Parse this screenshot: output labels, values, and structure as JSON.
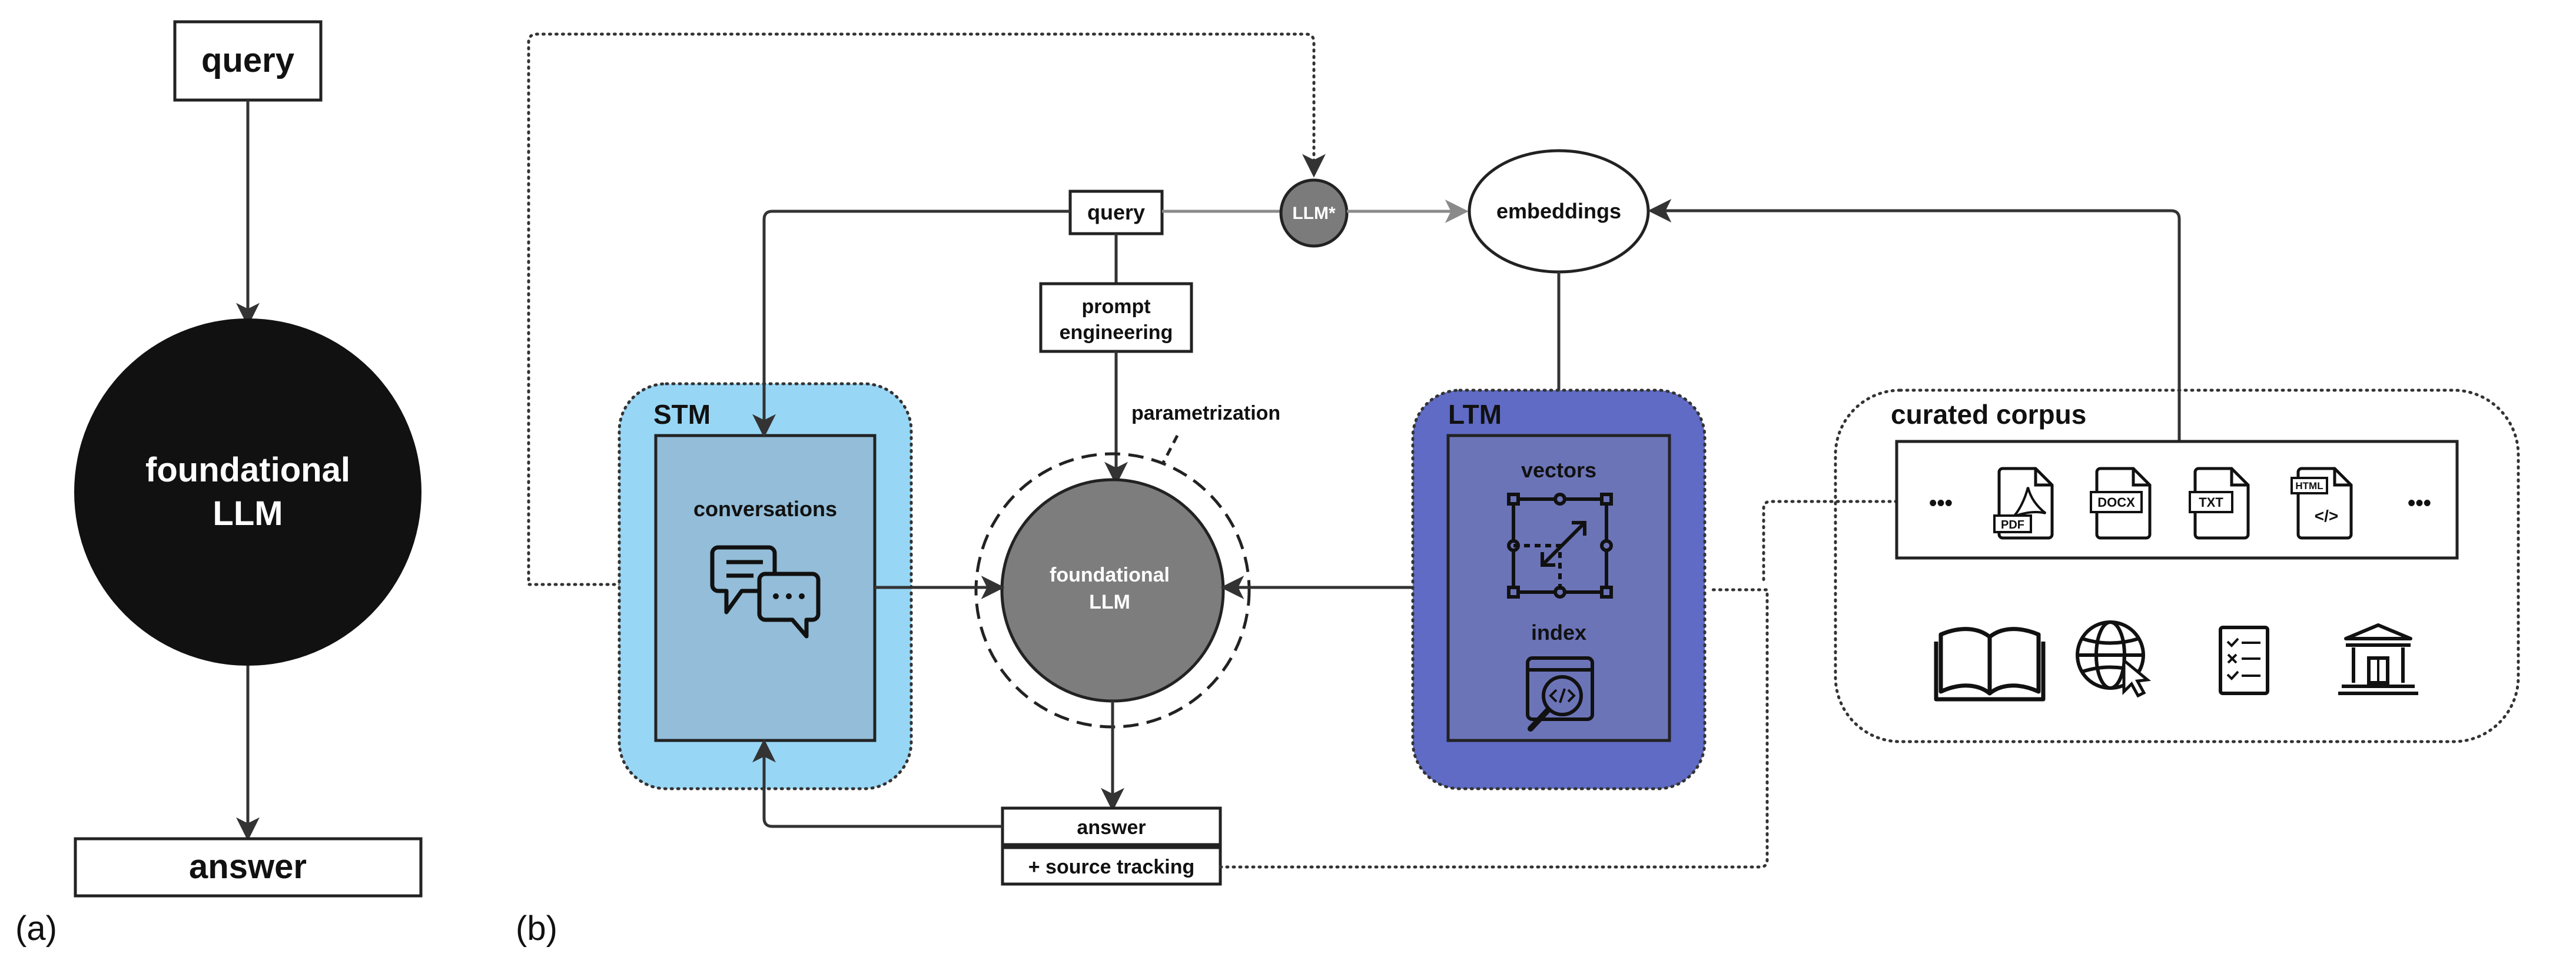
{
  "panel_a": {
    "label": "(a)",
    "query": "query",
    "llm_line1": "foundational",
    "llm_line2": "LLM",
    "answer": "answer"
  },
  "panel_b": {
    "label": "(b)",
    "query": "query",
    "llm_star": "LLM*",
    "embeddings": "embeddings",
    "prompt_line1": "prompt",
    "prompt_line2": "engineering",
    "parametrization": "parametrization",
    "stm_title": "STM",
    "conversations": "conversations",
    "core_line1": "foundational",
    "core_line2": "LLM",
    "ltm_title": "LTM",
    "vectors": "vectors",
    "index": "index",
    "answer": "answer",
    "source_tracking": "+ source tracking",
    "corpus_title": "curated corpus",
    "ellipsis_left": "•••",
    "ellipsis_right": "•••",
    "file_pdf": "PDF",
    "file_docx": "DOCX",
    "file_txt": "TXT",
    "file_html": "HTML",
    "file_html_code": "</>"
  },
  "colors": {
    "stm_fill": "#97d6f5",
    "stm_inner": "#93bdd8",
    "ltm_fill": "#5f6bc5",
    "ltm_inner": "#6c74b8",
    "core_fill": "#7d7d7d",
    "llm_star_fill": "#7b7b7b",
    "black_llm": "#111111",
    "line": "#333333",
    "gray_line": "#8a8a8a"
  },
  "icons": [
    "chat-bubbles-icon",
    "vector-transform-icon",
    "index-search-icon",
    "pdf-file-icon",
    "docx-file-icon",
    "txt-file-icon",
    "html-file-icon",
    "open-book-icon",
    "globe-cursor-icon",
    "checklist-icon",
    "institution-icon"
  ]
}
